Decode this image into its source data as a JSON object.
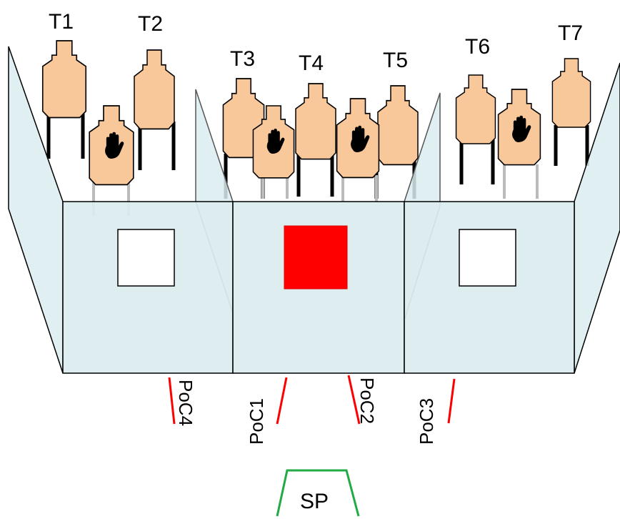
{
  "targets": [
    {
      "label": "T1",
      "no_shoot": false
    },
    {
      "label": "T2",
      "no_shoot": false
    },
    {
      "label": "T3",
      "no_shoot": false
    },
    {
      "label": "T4",
      "no_shoot": false
    },
    {
      "label": "T5",
      "no_shoot": false
    },
    {
      "label": "T6",
      "no_shoot": false
    },
    {
      "label": "T7",
      "no_shoot": false
    }
  ],
  "no_shoot_targets": [
    {
      "name": "no-shoot-1"
    },
    {
      "name": "no-shoot-2"
    },
    {
      "name": "no-shoot-3"
    },
    {
      "name": "no-shoot-4"
    }
  ],
  "ports": [
    {
      "name": "left",
      "color": "#ffffff"
    },
    {
      "name": "center",
      "color": "#ff0000"
    },
    {
      "name": "right",
      "color": "#ffffff"
    }
  ],
  "points_of_contact": [
    {
      "label": "PoC1"
    },
    {
      "label": "PoC2"
    },
    {
      "label": "PoC3"
    },
    {
      "label": "PoC4"
    }
  ],
  "start_position": {
    "label": "SP"
  },
  "colors": {
    "target_fill": "#f8c79a",
    "wall_fill": "#dbecef",
    "poc_line": "#ff0000",
    "start_box": "#22aa44",
    "active_port": "#ff0000"
  }
}
